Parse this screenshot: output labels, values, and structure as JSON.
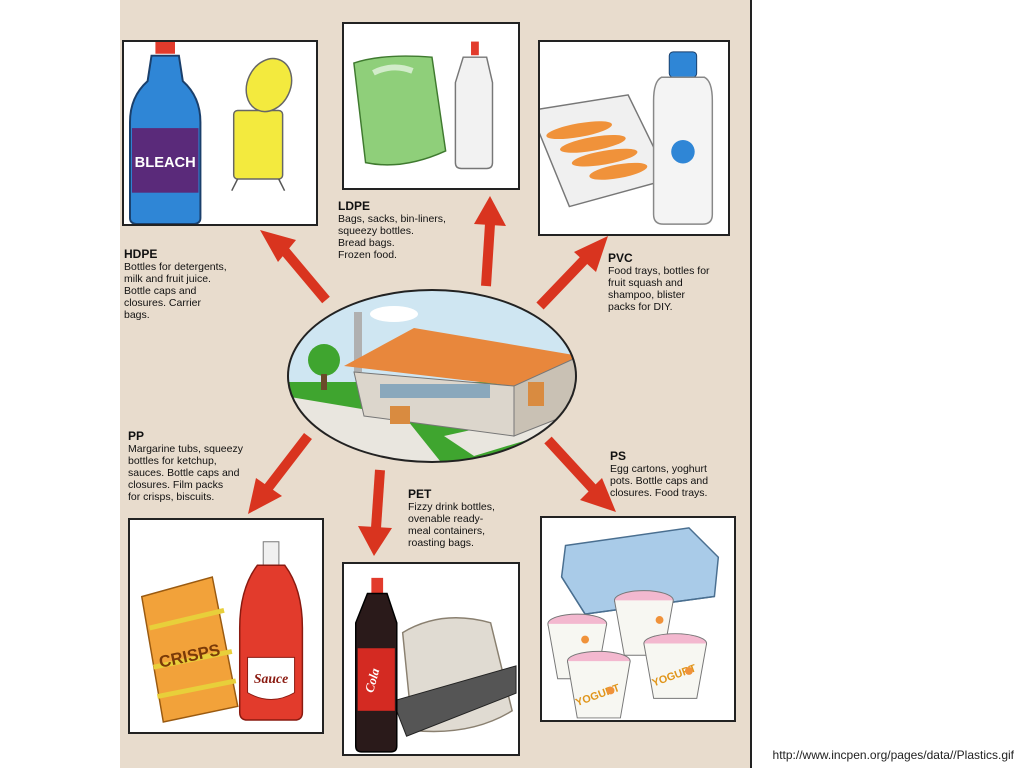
{
  "footer": {
    "url": "http://www.incpen.org/pages/data//Plastics.gif"
  },
  "plastics": {
    "hdpe": {
      "title": "HDPE",
      "lines": [
        "Bottles for detergents,",
        "milk and fruit juice.",
        "Bottle caps and",
        "closures.  Carrier",
        "bags."
      ]
    },
    "ldpe": {
      "title": "LDPE",
      "lines": [
        "Bags, sacks, bin-liners,",
        "squeezy bottles.",
        "Bread bags.",
        "Frozen food."
      ]
    },
    "pvc": {
      "title": "PVC",
      "lines": [
        "Food trays, bottles for",
        "fruit squash and",
        "shampoo, blister",
        "packs for DIY."
      ]
    },
    "pp": {
      "title": "PP",
      "lines": [
        "Margarine tubs, squeezy",
        "bottles for ketchup,",
        "sauces.  Bottle caps and",
        "closures.  Film packs",
        "for crisps, biscuits."
      ]
    },
    "pet": {
      "title": "PET",
      "lines": [
        "Fizzy drink bottles,",
        "ovenable ready-",
        "meal containers,",
        "roasting bags."
      ]
    },
    "ps": {
      "title": "PS",
      "lines": [
        "Egg cartons, yoghurt",
        "pots.  Bottle caps and",
        "closures.  Food trays."
      ]
    }
  },
  "product_labels": {
    "bleach": "BLEACH",
    "crisps": "CRISPS",
    "sauce": "Sauce",
    "cola": "Cola",
    "yogurt_1": "YOGURT",
    "yogurt_2": "YOGURT"
  },
  "colors": {
    "background": "#e8dccd",
    "arrow": "#d9341f",
    "bleach_bottle": "#2f86d6",
    "bleach_label": "#5a2a7a",
    "ketchup": "#e23b2c",
    "crisps": "#f2a23a",
    "cola": "#2a1a1a",
    "factory_roof": "#e8873c",
    "grass": "#3fa52f",
    "sky": "#cfe6f2"
  }
}
